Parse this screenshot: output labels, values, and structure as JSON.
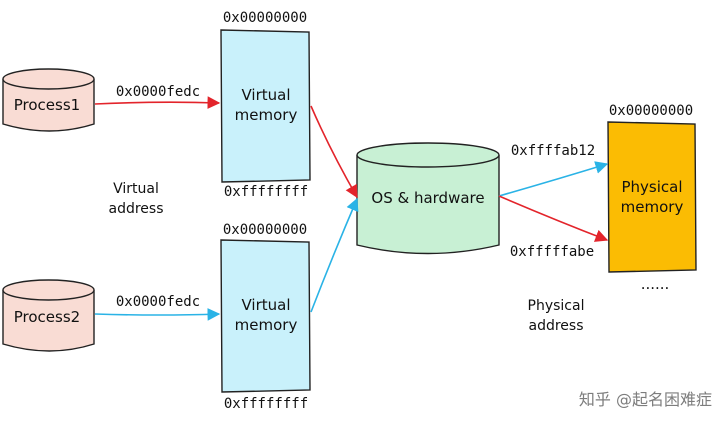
{
  "process1": {
    "label": "Process1",
    "address": "0x0000fedc"
  },
  "process2": {
    "label": "Process2",
    "address": "0x0000fedc"
  },
  "virtual_memory_1": {
    "line1": "Virtual",
    "line2": "memory",
    "start_address": "0x00000000",
    "end_address": "0xffffffff"
  },
  "virtual_memory_2": {
    "line1": "Virtual",
    "line2": "memory",
    "start_address": "0x00000000",
    "end_address": "0xffffffff"
  },
  "virtual_address_caption": {
    "line1": "Virtual",
    "line2": "address"
  },
  "os_hardware": {
    "label": "OS & hardware"
  },
  "physical_memory": {
    "line1": "Physical",
    "line2": "memory",
    "start_address": "0x00000000",
    "ellipsis": "......"
  },
  "physical_addresses": {
    "upper": "0xffffab12",
    "lower": "0xfffffabe"
  },
  "physical_address_caption": {
    "line1": "Physical",
    "line2": "address"
  },
  "watermark": "知乎 @起名困难症",
  "colors": {
    "process_fill": "#f9dcd4",
    "virtual_memory_fill": "#c9f1fb",
    "os_fill": "#c8f0d4",
    "physical_memory_fill": "#fbbc03",
    "red_arrow": "#e3242b",
    "blue_arrow": "#2ab3e6"
  }
}
